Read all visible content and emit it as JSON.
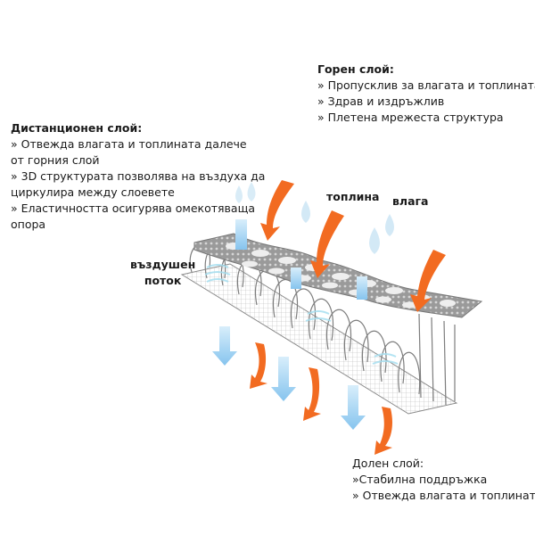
{
  "top_layer": {
    "title": "Горен слой:",
    "items": [
      "» Пропусклив за влагата и топлината",
      "» Здрав и издръжлив",
      "» Плетена мрежеста структура"
    ]
  },
  "spacer_layer": {
    "title": "Дистанционен слой:",
    "lines": [
      "» Отвежда влагата и топлината далече",
      "от горния слой",
      "» 3D структурата позволява на въздуха да",
      "циркулира между слоевете",
      "» Еластичността осигурява омекотяваща",
      "опора"
    ]
  },
  "bottom_layer": {
    "title": "Долен слой:",
    "items": [
      "»Стабилна поддръжка",
      "» Отвежда влагата и топлината"
    ]
  },
  "labels": {
    "heat": "топлина",
    "moisture": "влага",
    "airflow_line1": "въздушен",
    "airflow_line2": "поток"
  },
  "colors": {
    "heat_arrow": "#f26b21",
    "air_arrow": "#8cc8ef",
    "droplet": "#cfe8f5",
    "mesh": "#8a8a8a",
    "text": "#1a1a1a"
  }
}
